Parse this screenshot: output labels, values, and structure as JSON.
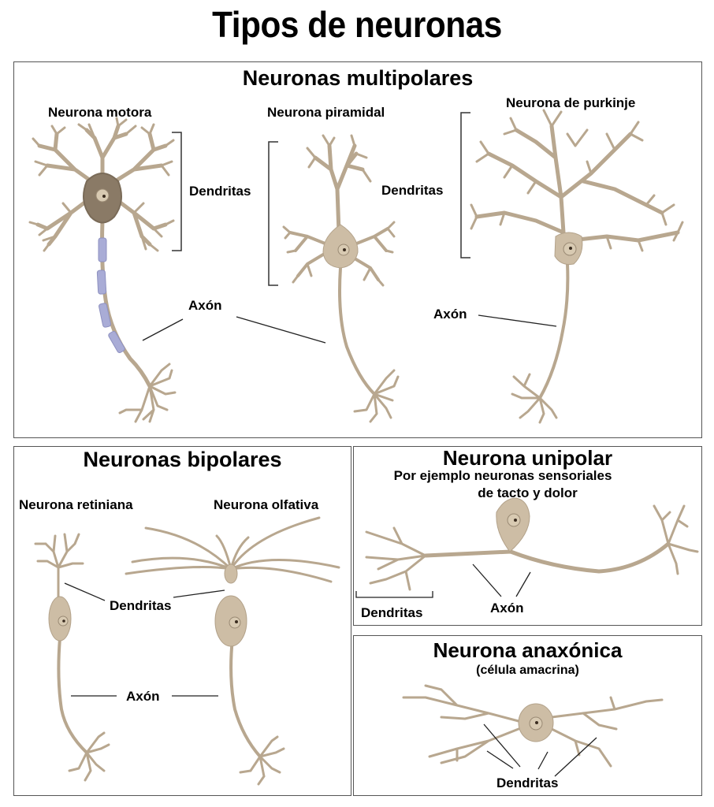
{
  "title": "Tipos de neuronas",
  "colors": {
    "neuron_fill": "#b8a78f",
    "soma_fill": "#cdbda5",
    "myelin": "#a9acd6",
    "leader_line": "#222222",
    "panel_border": "#555555"
  },
  "multipolar": {
    "heading": "Neuronas multipolares",
    "motor": {
      "name": "Neurona motora"
    },
    "pyramidal": {
      "name": "Neurona piramidal"
    },
    "purkinje": {
      "name": "Neurona de purkinje"
    },
    "dendrites_label_1": "Dendritas",
    "dendrites_label_2": "Dendritas",
    "axon_label_1": "Axón",
    "axon_label_2": "Axón"
  },
  "bipolar": {
    "heading": "Neuronas bipolares",
    "retinal": {
      "name": "Neurona retiniana"
    },
    "olfactory": {
      "name": "Neurona olfativa"
    },
    "dendrites_label": "Dendritas",
    "axon_label": "Axón"
  },
  "unipolar": {
    "heading": "Neurona unipolar",
    "subtitle_line1": "Por ejemplo neuronas sensoriales",
    "subtitle_line2": "de tacto y dolor",
    "dendrites_label": "Dendritas",
    "axon_label": "Axón"
  },
  "anaxonic": {
    "heading": "Neurona anaxónica",
    "subtitle": "(célula amacrina)",
    "dendrites_label": "Dendritas"
  }
}
